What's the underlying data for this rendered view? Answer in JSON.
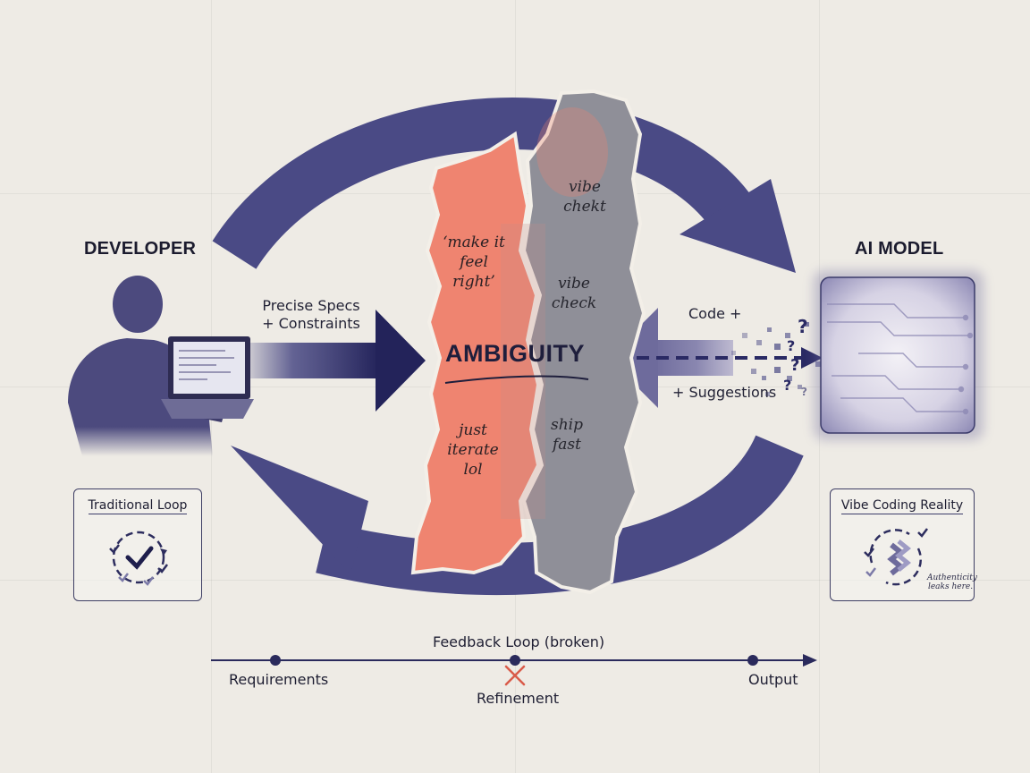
{
  "developer": {
    "heading": "DEVELOPER"
  },
  "ai_model": {
    "heading": "AI MODEL"
  },
  "input_flow": {
    "line1": "Precise Specs",
    "line2": "+ Constraints"
  },
  "output_flow": {
    "line1": "Code +",
    "line2": "+ Suggestions"
  },
  "center": {
    "title": "AMBIGUITY"
  },
  "orange_strip": {
    "note1": [
      "‘make it",
      "feel",
      "right’"
    ],
    "note2": [
      "just",
      "iterate",
      "lol"
    ]
  },
  "grey_strip": {
    "note1": [
      "vibe",
      "chekt"
    ],
    "note2": [
      "vibe",
      "check"
    ],
    "note3": [
      "ship",
      "fast"
    ]
  },
  "traditional_card": {
    "title": "Traditional Loop"
  },
  "vibe_card": {
    "title": "Vibe Coding Reality",
    "note": [
      "Authenticity",
      "leaks here."
    ]
  },
  "timeline": {
    "title": "Feedback Loop (broken)",
    "start": "Requirements",
    "middle": "Refinement",
    "end": "Output"
  },
  "icons": [
    "laptop-icon",
    "person-icon",
    "neural-chip-icon",
    "cycle-check-icon",
    "broken-cycle-icon",
    "x-mark-icon",
    "question-mark-icon"
  ],
  "colors": {
    "navy": "#4a4a85",
    "dark_navy": "#262658",
    "coral": "#ef8470",
    "grey_paper": "#8f8f98",
    "paper": "#eeebe5",
    "alert_red": "#d95b4a"
  }
}
